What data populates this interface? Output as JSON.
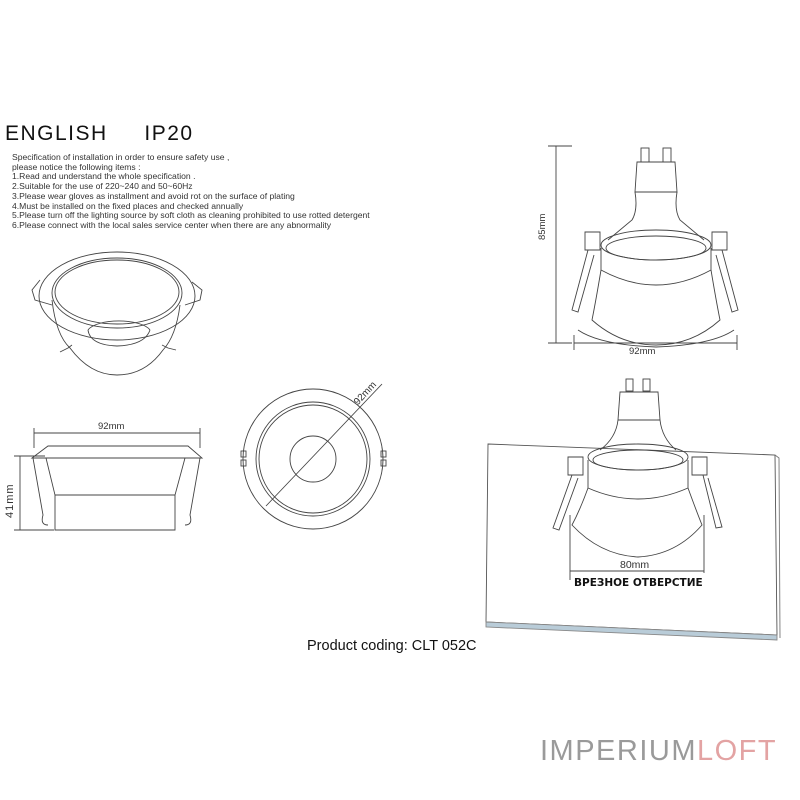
{
  "header": {
    "language": "ENGLISH",
    "ip_rating": "IP20"
  },
  "specification": {
    "intro_lines": [
      "Specification of installation in order to ensure safety use ,",
      "please notice the following items :"
    ],
    "items": [
      "1.Read and understand the whole specification .",
      "2.Suitable for the use of 220~240 and 50~60Hz",
      "3.Please wear gloves as installment and avoid rot on the surface of plating",
      "4.Must be installed on the fixed places and checked annually",
      "5.Please turn off the lighting source by soft cloth as cleaning prohibited to use rotted detergent",
      "6.Please connect with the local sales service center when there are any abnormality"
    ]
  },
  "drawings": {
    "side_view_with_lamp": {
      "height_label": "85mm",
      "width_label": "92mm"
    },
    "side_view_frame": {
      "width_label": "92mm",
      "height_label": "41mm"
    },
    "top_view": {
      "diameter_label": "92mm"
    },
    "installation_view": {
      "cutout_label": "80mm",
      "cutout_caption": "ВРЕЗНОЕ ОТВЕРСТИЕ"
    }
  },
  "product": {
    "coding": "Product coding: CLT 052C"
  },
  "brand": {
    "part1": "IMPERIUM",
    "part2": "LOFT",
    "color1": "#9a9a9a",
    "color2": "#e3a3a3"
  },
  "colors": {
    "line": "#444444",
    "ceiling_edge": "#b9ccd8"
  }
}
